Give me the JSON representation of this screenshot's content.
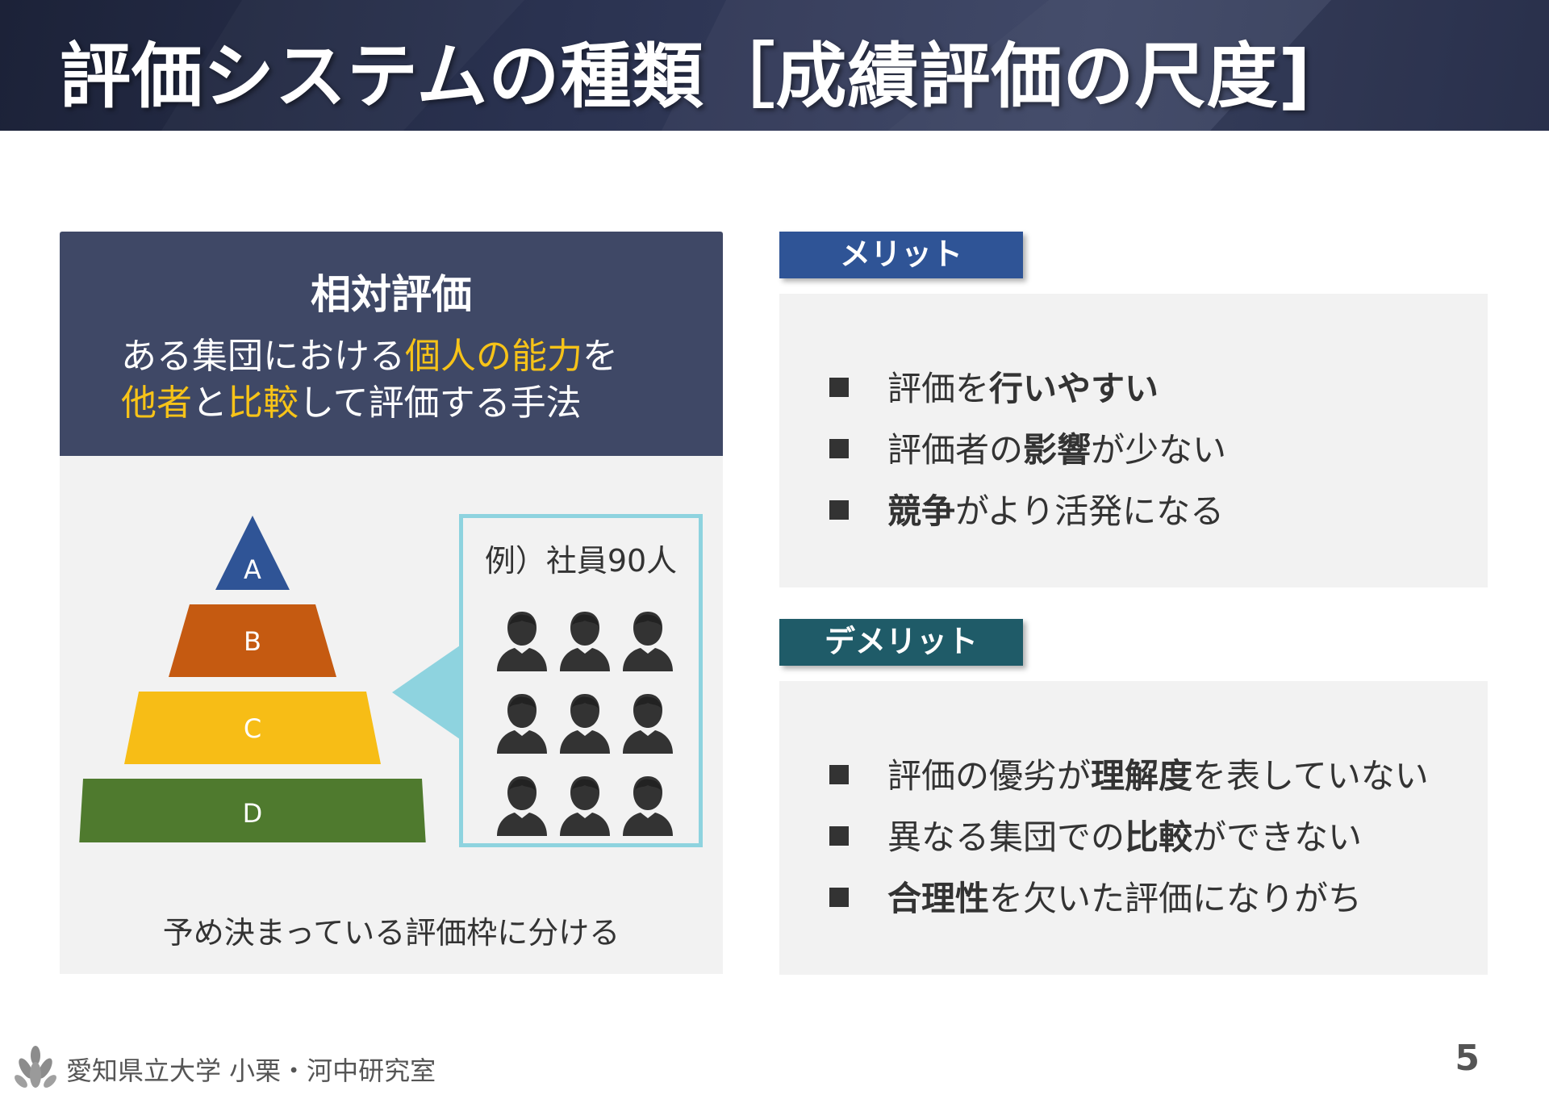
{
  "header": {
    "title": "評価システムの種類［成績評価の尺度]"
  },
  "left_panel": {
    "title": "相対評価",
    "desc_line1": [
      {
        "text": "ある集団における",
        "hl": false
      },
      {
        "text": "個人の能力",
        "hl": true
      },
      {
        "text": "を",
        "hl": false
      }
    ],
    "desc_line2": [
      {
        "text": "他者",
        "hl": true
      },
      {
        "text": "と",
        "hl": false
      },
      {
        "text": "比較",
        "hl": true
      },
      {
        "text": "して評価する手法",
        "hl": false
      }
    ],
    "example_label": "例）社員90人",
    "person_count": 9,
    "pyramid": [
      {
        "label": "A",
        "color": "#2f5496"
      },
      {
        "label": "B",
        "color": "#c55a11"
      },
      {
        "label": "C",
        "color": "#f7bd16"
      },
      {
        "label": "D",
        "color": "#4f7a2e"
      }
    ],
    "caption": "予め決まっている評価枠に分ける"
  },
  "merit": {
    "label": "メリット",
    "items": [
      [
        {
          "text": "評価を",
          "bold": false
        },
        {
          "text": "行いやすい",
          "bold": true
        }
      ],
      [
        {
          "text": "評価者の",
          "bold": false
        },
        {
          "text": "影響",
          "bold": true
        },
        {
          "text": "が少ない",
          "bold": false
        }
      ],
      [
        {
          "text": "競争",
          "bold": true
        },
        {
          "text": "がより活発になる",
          "bold": false
        }
      ]
    ]
  },
  "demerit": {
    "label": "デメリット",
    "items": [
      [
        {
          "text": "評価の優劣が",
          "bold": false
        },
        {
          "text": "理解度",
          "bold": true
        },
        {
          "text": "を表していない",
          "bold": false
        }
      ],
      [
        {
          "text": "異なる集団での",
          "bold": false
        },
        {
          "text": "比較",
          "bold": true
        },
        {
          "text": "ができない",
          "bold": false
        }
      ],
      [
        {
          "text": "合理性",
          "bold": true
        },
        {
          "text": "を欠いた評価になりがち",
          "bold": false
        }
      ]
    ]
  },
  "footer": {
    "text": "愛知県立大学 小栗・河中研究室",
    "page_number": "5"
  },
  "colors": {
    "highlight": "#f7c318",
    "header_dark": "#3f4866",
    "callout": "#8ed3df"
  }
}
